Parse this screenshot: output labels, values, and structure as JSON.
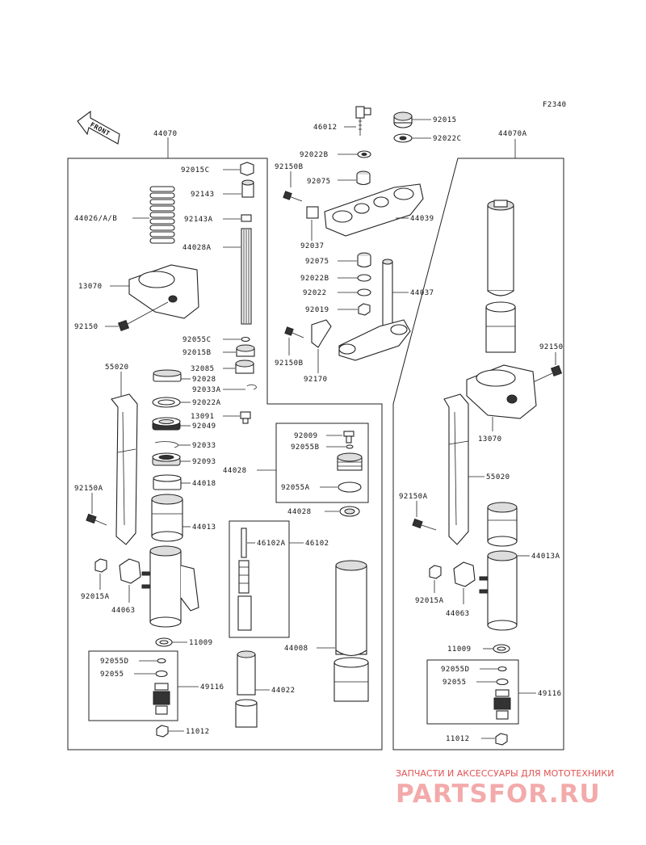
{
  "diagram": {
    "figure_code": "F2340",
    "direction_label": "FRONT",
    "left_fork_assembly": "44070",
    "right_fork_assembly": "44070A",
    "labels": {
      "p46012": "46012",
      "p92015": "92015",
      "p92022C": "92022C",
      "p92022B_top": "92022B",
      "p92150B_top": "92150B",
      "p92075_top": "92075",
      "p44039": "44039",
      "p92037": "92037",
      "p92075_mid": "92075",
      "p92022B_mid": "92022B",
      "p92022": "92022",
      "p44037": "44037",
      "p92019": "92019",
      "p92150B_low": "92150B",
      "p92170": "92170",
      "p92015C": "92015C",
      "p92143": "92143",
      "p44026": "44026/A/B",
      "p92143A": "92143A",
      "p44028A": "44028A",
      "p13070_left": "13070",
      "p92150_left": "92150",
      "p92055C": "92055C",
      "p92015B": "92015B",
      "p32085": "32085",
      "p55020_left": "55020",
      "p92028": "92028",
      "p92033A": "92033A",
      "p92022A": "92022A",
      "p13091": "13091",
      "p92049": "92049",
      "p92033": "92033",
      "p92093": "92093",
      "p92150A_left": "92150A",
      "p44018": "44018",
      "p44013": "44013",
      "p92015A_left": "92015A",
      "p44063_left": "44063",
      "p11009_left": "11009",
      "p92055D_left": "92055D",
      "p92055_left": "92055",
      "p49116_left": "49116",
      "p11012_left": "11012",
      "p92009": "92009",
      "p92055B": "92055B",
      "p44028": "44028",
      "p92055A": "92055A",
      "p44028_cap": "44028",
      "p46102A": "46102A",
      "p46102": "46102",
      "p44008": "44008",
      "p44022": "44022",
      "p92150_right": "92150",
      "p13070_right": "13070",
      "p55020_right": "55020",
      "p92150A_right": "92150A",
      "p44013A": "44013A",
      "p92015A_right": "92015A",
      "p44063_right": "44063",
      "p11009_right": "11009",
      "p92055D_right": "92055D",
      "p92055_right": "92055",
      "p49116_right": "49116",
      "p11012_right": "11012"
    }
  },
  "watermark": {
    "line1": "ЗАПЧАСТИ И АКСЕССУАРЫ ДЛЯ МОТОТЕХНИКИ",
    "line2": "PARTSFOR.RU"
  }
}
